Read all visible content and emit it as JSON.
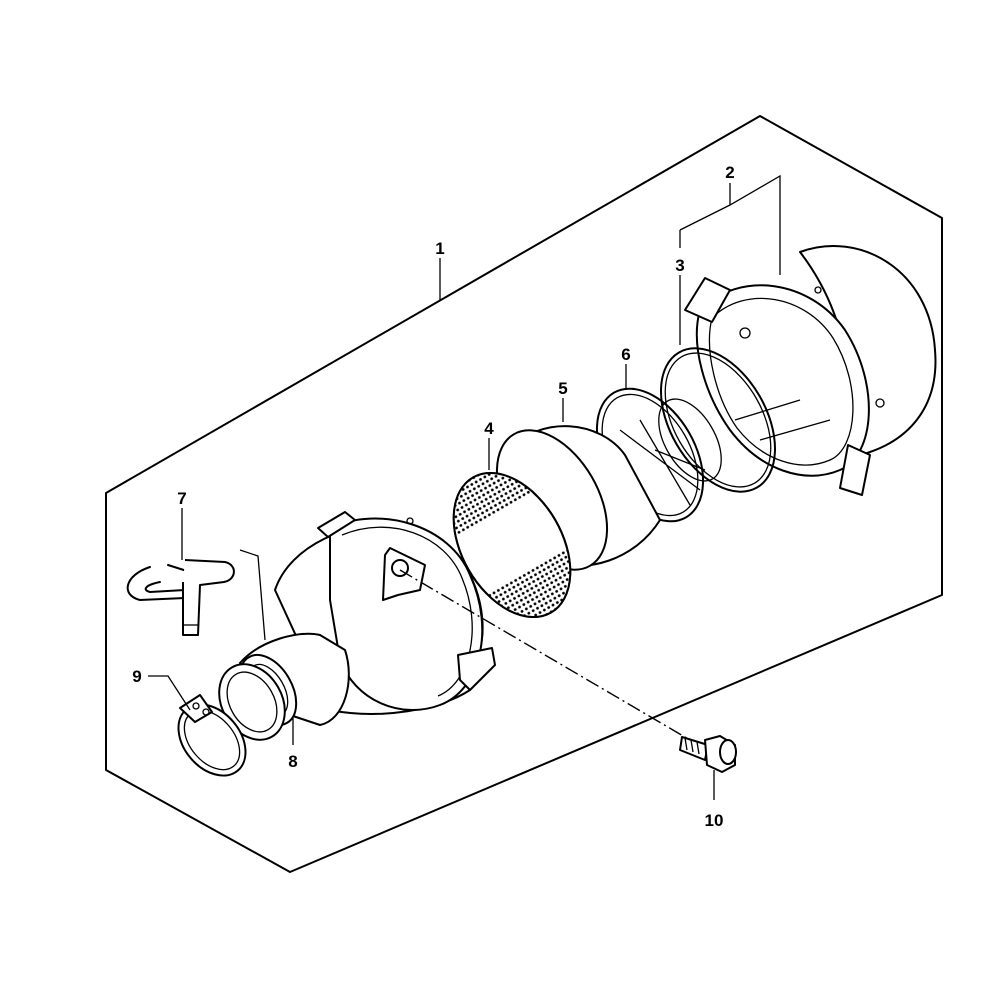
{
  "callouts": [
    {
      "id": "1",
      "label": "1"
    },
    {
      "id": "2",
      "label": "2"
    },
    {
      "id": "3",
      "label": "3"
    },
    {
      "id": "4",
      "label": "4"
    },
    {
      "id": "5",
      "label": "5"
    },
    {
      "id": "6",
      "label": "6"
    },
    {
      "id": "7",
      "label": "7"
    },
    {
      "id": "8",
      "label": "8"
    },
    {
      "id": "9",
      "label": "9"
    },
    {
      "id": "10",
      "label": "10"
    }
  ],
  "colors": {
    "line": "#000000",
    "background": "#ffffff",
    "mesh": "#000000"
  }
}
